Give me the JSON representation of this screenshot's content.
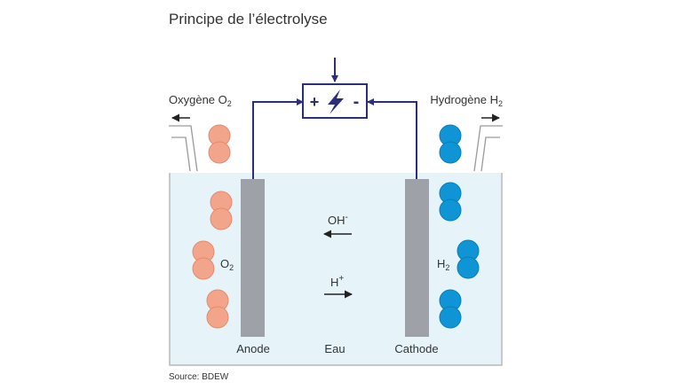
{
  "title": "Principe de l’électrolyse",
  "source": "Source: BDEW",
  "colors": {
    "background": "#ffffff",
    "water": "#e6f4fa",
    "tank_border": "#b9b9b9",
    "electrode": "#9ea2a8",
    "circuit": "#2b2f7a",
    "oxygen": "#f2a58b",
    "oxygen_stroke": "#e68a6b",
    "hydrogen": "#0f95d6",
    "hydrogen_stroke": "#0a7fb8",
    "text": "#333333"
  },
  "power_supply": {
    "plus": "+",
    "minus": "-",
    "bolt_icon": "lightning-bolt-icon"
  },
  "outputs": {
    "oxygen_label": "Oxygène O",
    "oxygen_sub": "2",
    "hydrogen_label": "Hydrogène H",
    "hydrogen_sub": "2"
  },
  "molecule_labels": {
    "o2": "O",
    "o2_sub": "2",
    "h2": "H",
    "h2_sub": "2"
  },
  "ions": {
    "hydroxide": "OH",
    "hydroxide_sup": "-",
    "hydrogen_ion": "H",
    "hydrogen_ion_sup": "+"
  },
  "labels": {
    "anode": "Anode",
    "water": "Eau",
    "cathode": "Cathode"
  }
}
